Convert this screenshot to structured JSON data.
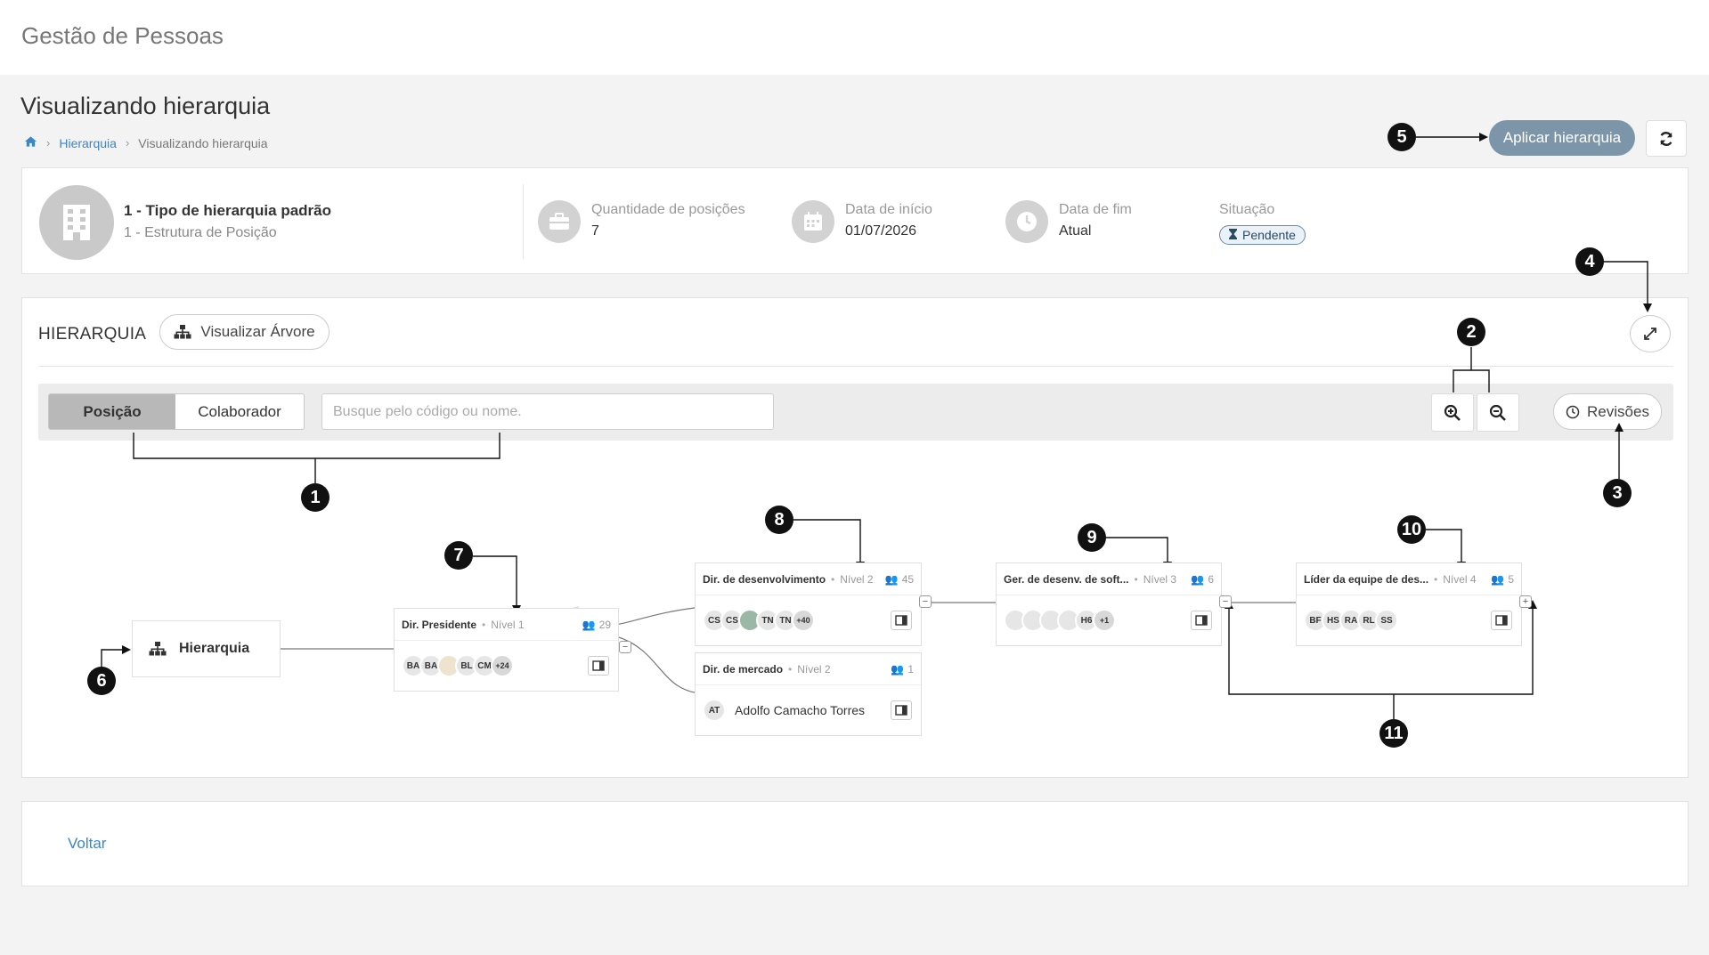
{
  "app": {
    "title": "Gestão de Pessoas"
  },
  "page": {
    "title": "Visualizando hierarquia"
  },
  "breadcrumb": {
    "home_icon": "home-icon",
    "items": [
      "Hierarquia",
      "Visualizando hierarquia"
    ]
  },
  "actions": {
    "apply_label": "Aplicar hierarquia",
    "refresh_icon": "refresh-icon"
  },
  "info": {
    "name": "1 - Tipo de hierarquia padrão",
    "subtitle": "1 - Estrutura de Posição",
    "positions_label": "Quantidade de posições",
    "positions_value": "7",
    "start_label": "Data de início",
    "start_value": "01/07/2026",
    "end_label": "Data de fim",
    "end_value": "Atual",
    "status_label": "Situação",
    "status_value": "Pendente"
  },
  "hierarchy": {
    "title": "HIERARQUIA",
    "tree_button": "Visualizar Árvore",
    "tabs": [
      "Posição",
      "Colaborador"
    ],
    "active_tab": "Posição",
    "search_placeholder": "Busque pelo código ou nome.",
    "revisions_label": "Revisões",
    "root_label": "Hierarquia",
    "nodes": [
      {
        "name": "Dir. Presidente",
        "level": "Nível 1",
        "count": "29",
        "avatars": [
          "BA",
          "BA",
          "",
          "BL",
          "CM"
        ],
        "more": "+24"
      },
      {
        "name": "Dir. de desenvolvimento",
        "level": "Nível 2",
        "count": "45",
        "avatars": [
          "CS",
          "CS",
          "",
          "TN",
          "TN"
        ],
        "more": "+40"
      },
      {
        "name": "Dir. de mercado",
        "level": "Nível 2",
        "count": "1",
        "single_initials": "AT",
        "single_name": "Adolfo Camacho Torres"
      },
      {
        "name": "Ger. de desenv. de soft...",
        "level": "Nível 3",
        "count": "6",
        "avatars": [
          "",
          "",
          "",
          "",
          "H6"
        ],
        "more": "+1"
      },
      {
        "name": "Líder da equipe de des...",
        "level": "Nível 4",
        "count": "5",
        "avatars": [
          "BF",
          "HS",
          "RA",
          "RL",
          "SS"
        ]
      }
    ]
  },
  "footer": {
    "back_label": "Voltar"
  },
  "callouts": [
    "1",
    "2",
    "3",
    "4",
    "5",
    "6",
    "7",
    "8",
    "9",
    "10",
    "11"
  ],
  "colors": {
    "accent": "#3a86c8",
    "apply_button": "#7d95a8",
    "badge_border": "#6b8aa6"
  }
}
